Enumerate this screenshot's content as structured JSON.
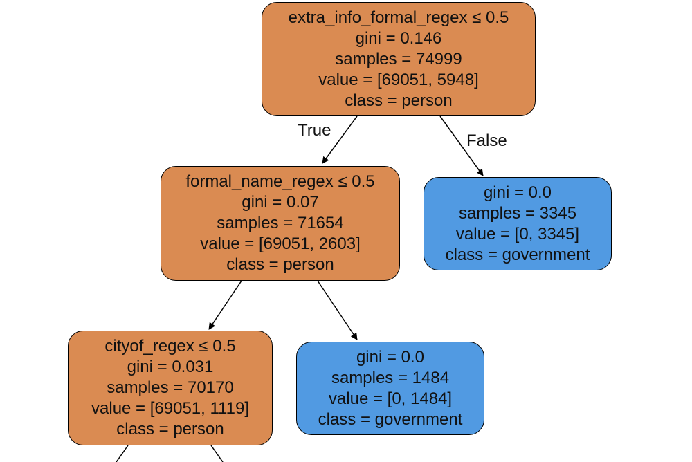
{
  "nodes": {
    "root": {
      "split": "extra_info_formal_regex ≤ 0.5",
      "gini": "gini = 0.146",
      "samples": "samples = 74999",
      "value": "value = [69051, 5948]",
      "class": "class = person",
      "color": "#da8b52"
    },
    "left1": {
      "split": "formal_name_regex ≤ 0.5",
      "gini": "gini = 0.07",
      "samples": "samples = 71654",
      "value": "value = [69051, 2603]",
      "class": "class = person",
      "color": "#da8b52"
    },
    "right1": {
      "gini": "gini = 0.0",
      "samples": "samples = 3345",
      "value": "value = [0, 3345]",
      "class": "class = government",
      "color": "#519ae2"
    },
    "left2": {
      "split": "cityof_regex ≤ 0.5",
      "gini": "gini = 0.031",
      "samples": "samples = 70170",
      "value": "value = [69051, 1119]",
      "class": "class = person",
      "color": "#da8b52"
    },
    "right2": {
      "gini": "gini = 0.0",
      "samples": "samples = 1484",
      "value": "value = [0, 1484]",
      "class": "class = government",
      "color": "#519ae2"
    }
  },
  "edge_labels": {
    "true": "True",
    "false": "False"
  }
}
